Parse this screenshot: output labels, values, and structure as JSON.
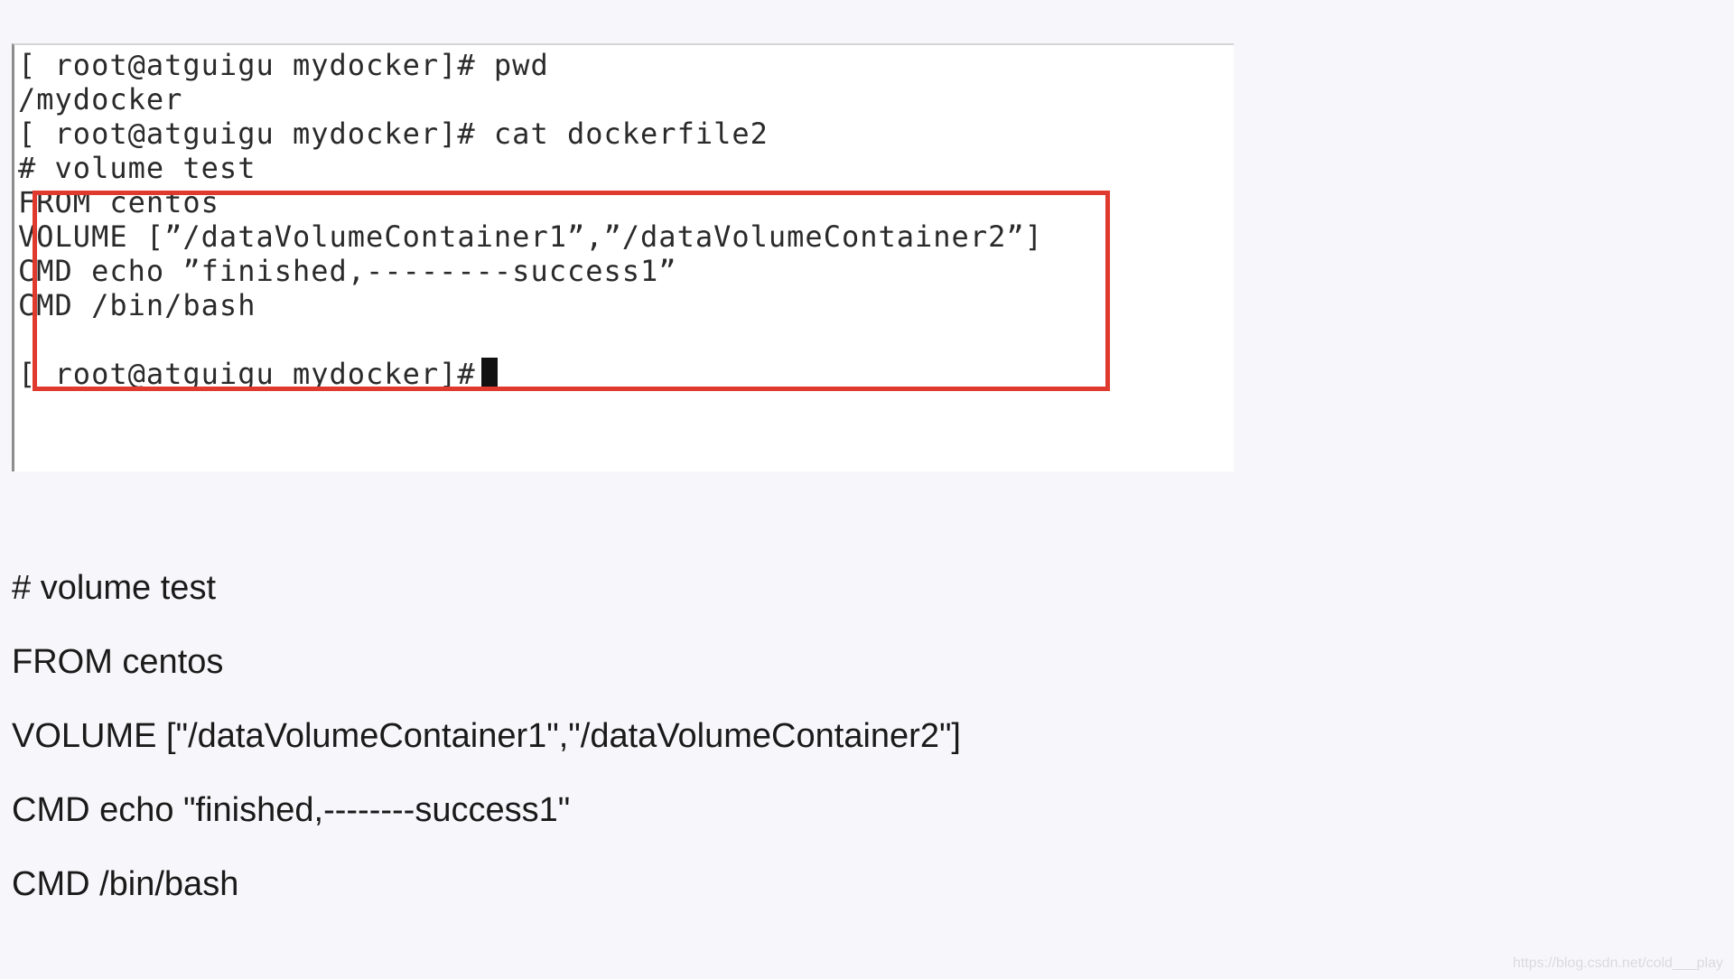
{
  "terminal": {
    "lines": [
      "[ root@atguigu mydocker]# pwd",
      "/mydocker",
      "[ root@atguigu mydocker]# cat dockerfile2",
      "# volume test",
      "FROM centos",
      "VOLUME [”/dataVolumeContainer1”,”/dataVolumeContainer2”]",
      "CMD echo ”finished,--------success1”",
      "CMD /bin/bash",
      "[ root@atguigu mydocker]#"
    ]
  },
  "document": {
    "lines": [
      "# volume test",
      "FROM centos",
      "VOLUME [\"/dataVolumeContainer1\",\"/dataVolumeContainer2\"]",
      "CMD echo \"finished,--------success1\"",
      "CMD /bin/bash"
    ]
  },
  "watermark": "https://blog.csdn.net/cold___play",
  "colors": {
    "highlight_border": "#e03a2f",
    "page_background": "#f7f7fb",
    "terminal_background": "#ffffff"
  }
}
